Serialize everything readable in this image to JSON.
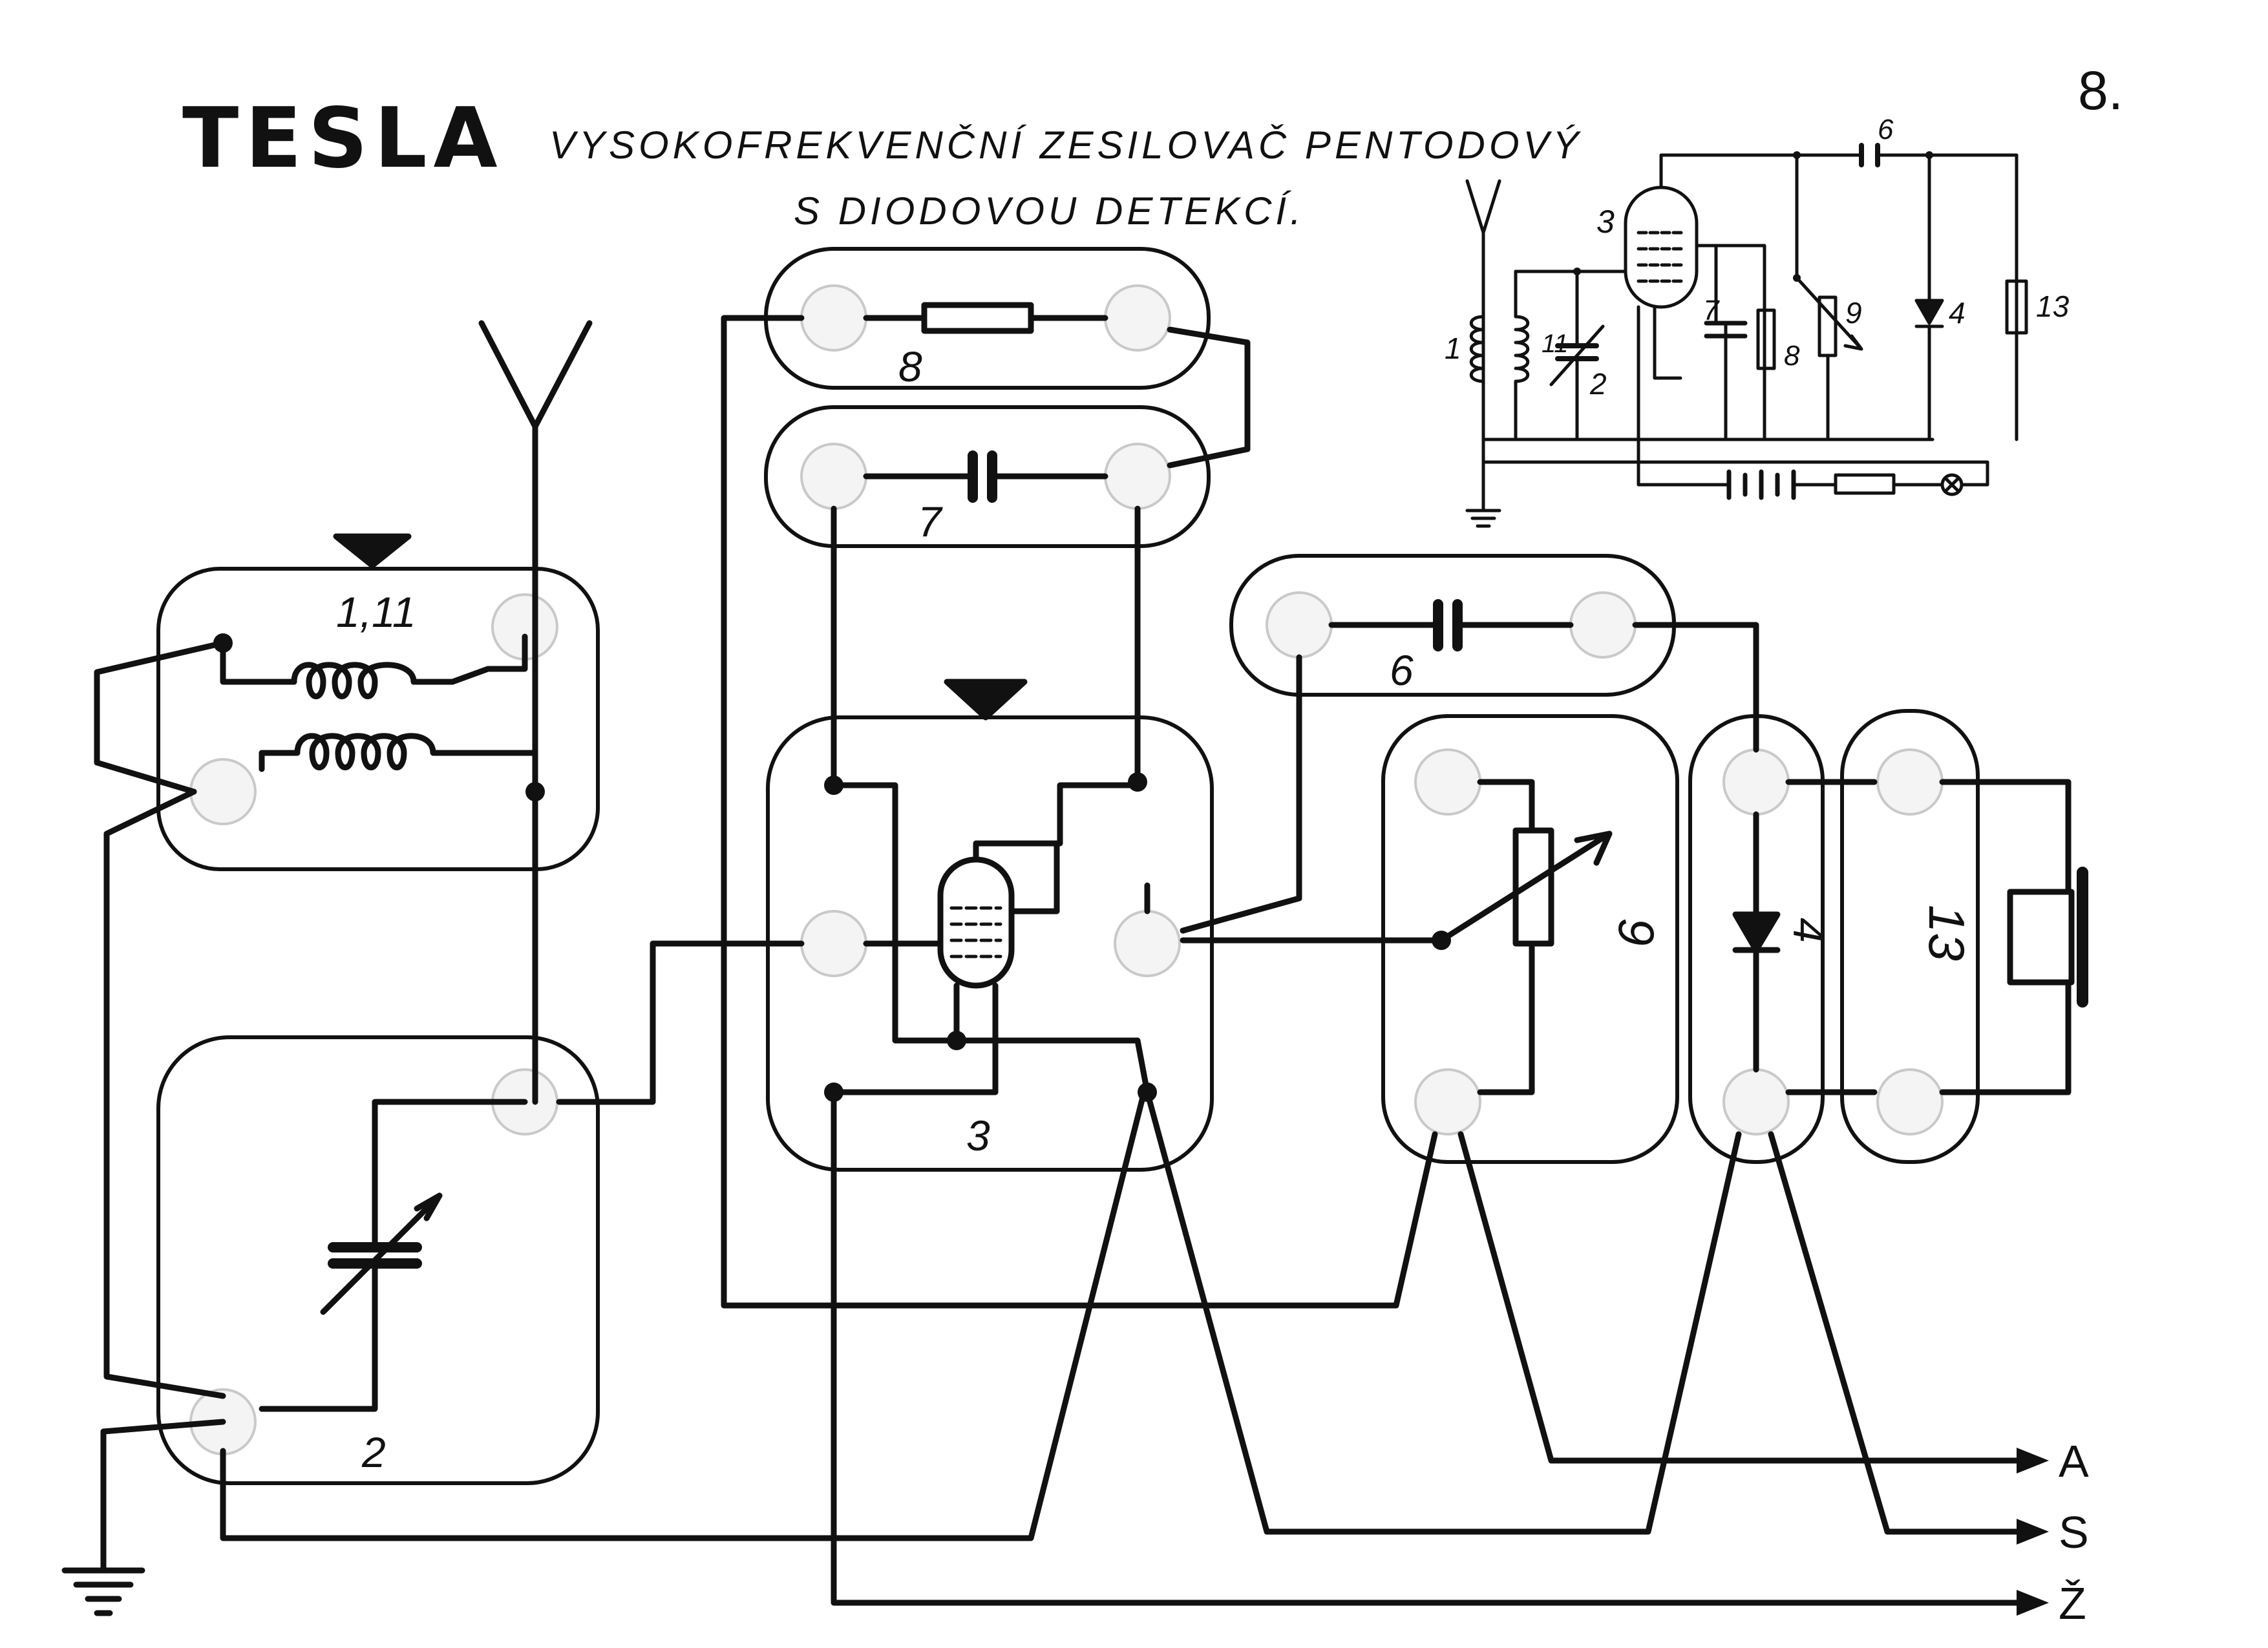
{
  "brand": "TESLA",
  "page_number": "8.",
  "title_line1": "VYSOKOFREKVENČNÍ ZESILOVAČ PENTODOVÝ",
  "title_line2": "S DIODOVOU DETEKCÍ.",
  "modules": {
    "coil": "1,11",
    "capacitor_2": "2",
    "tube": "3",
    "resistor": "8",
    "capacitor_7": "7",
    "capacitor_6": "6",
    "potentiometer": "9",
    "diode": "4",
    "earphone": "13"
  },
  "schematic_labels": {
    "tube": "3",
    "cap6": "6",
    "coil": "1",
    "coil2": "11",
    "cap2": "2",
    "cap7": "7",
    "res8": "8",
    "pot9": "9",
    "diode4": "4",
    "phone13": "13"
  },
  "terminals": [
    "A",
    "S",
    "Ž"
  ]
}
